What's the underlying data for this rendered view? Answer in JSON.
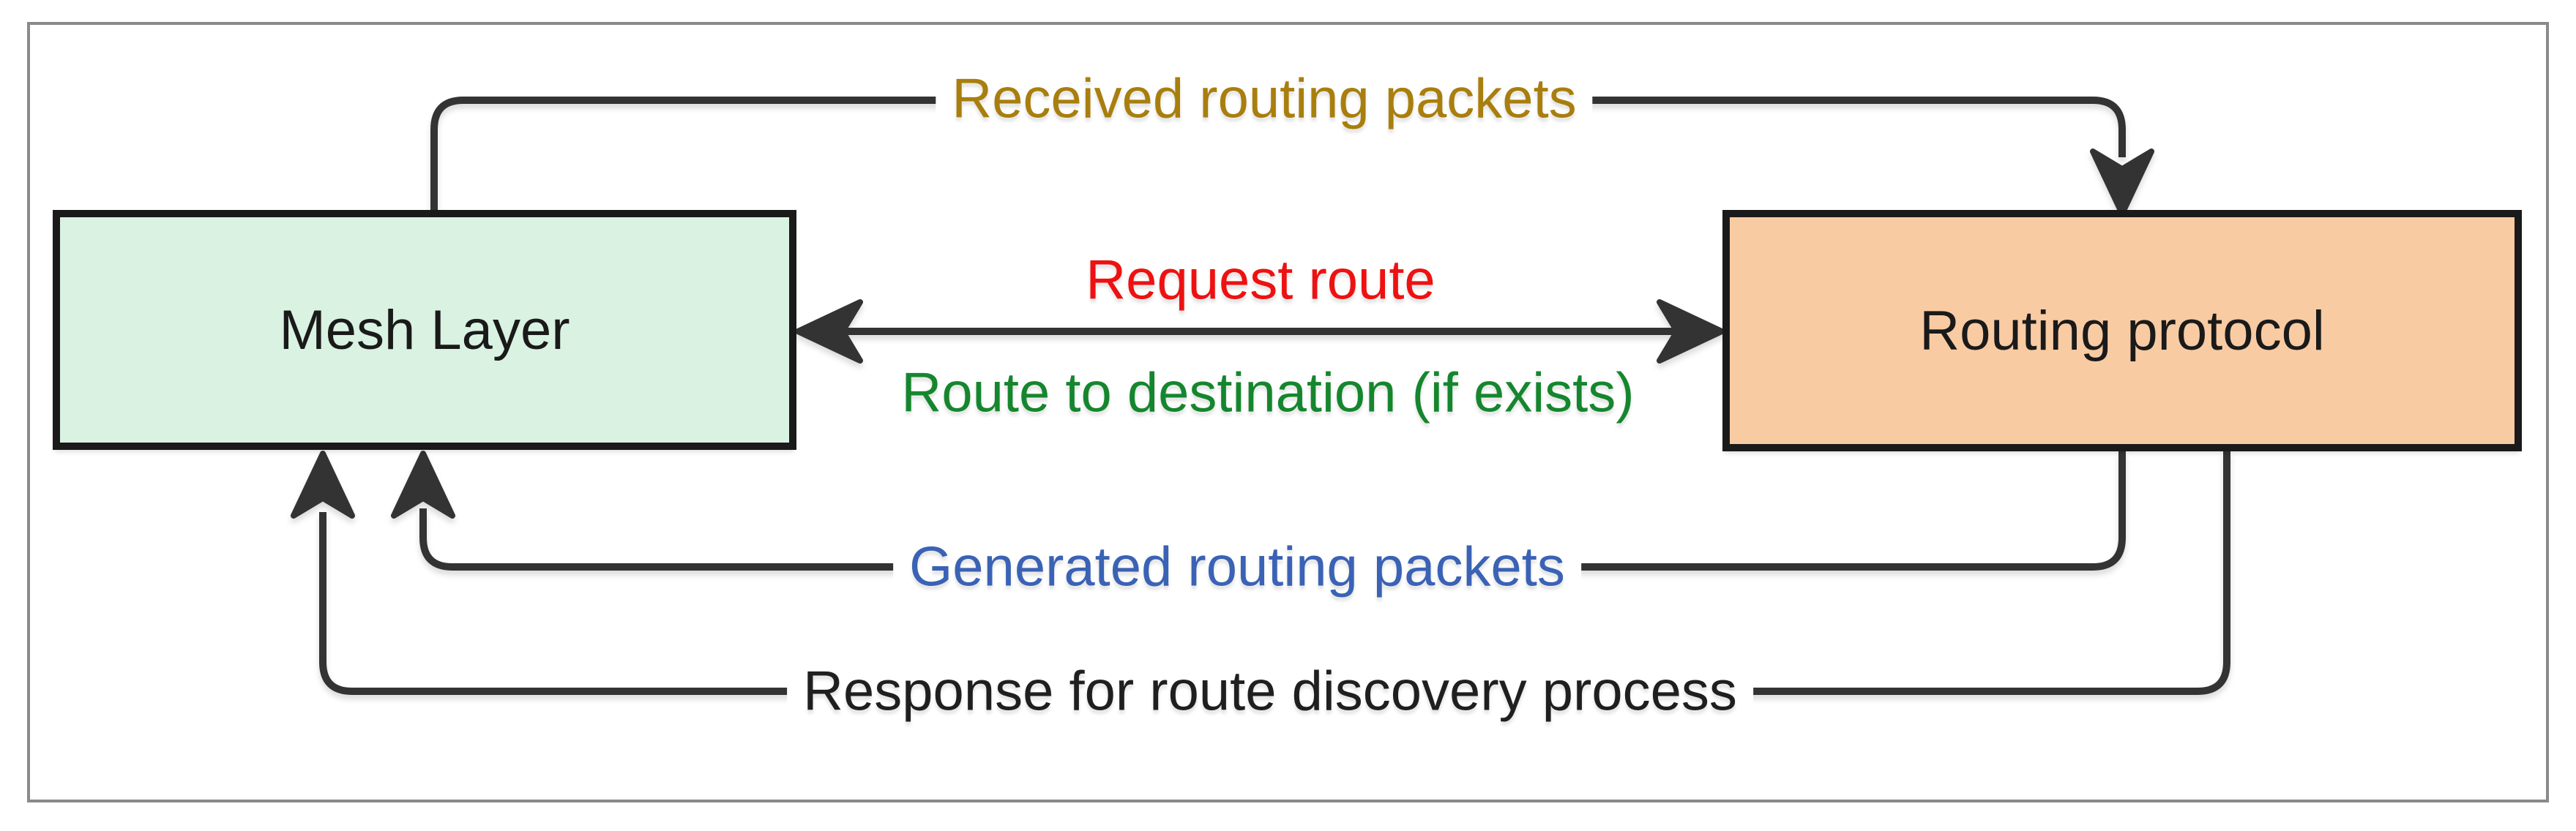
{
  "canvas": {
    "background": "#ffffff",
    "border_color": "#8a8a8a"
  },
  "line_color": "#333333",
  "nodes": {
    "mesh": {
      "label": "Mesh Layer",
      "fill": "#d9f2e2",
      "border_color": "#1a1a1a",
      "text_color": "#1a1a1a"
    },
    "routing": {
      "label": "Routing protocol",
      "fill": "#f9cba3",
      "border_color": "#1a1a1a",
      "text_color": "#1a1a1a"
    }
  },
  "edges": {
    "received": {
      "label": "Received routing packets",
      "color": "#a87e0d",
      "from": "Mesh Layer",
      "to": "Routing protocol",
      "arrow": "single"
    },
    "request": {
      "label": "Request route",
      "color": "#ee1111",
      "from": "Mesh Layer",
      "to": "Routing protocol",
      "arrow": "double"
    },
    "route_to_destination": {
      "label": "Route to destination (if exists)",
      "color": "#15862e",
      "from": "Routing protocol",
      "to": "Mesh Layer",
      "arrow": "double"
    },
    "generated": {
      "label": "Generated routing packets",
      "color": "#3a62b5",
      "from": "Routing protocol",
      "to": "Mesh Layer",
      "arrow": "single"
    },
    "response": {
      "label": "Response for route discovery process",
      "color": "#1f1f1f",
      "from": "Routing protocol",
      "to": "Mesh Layer",
      "arrow": "single"
    }
  }
}
